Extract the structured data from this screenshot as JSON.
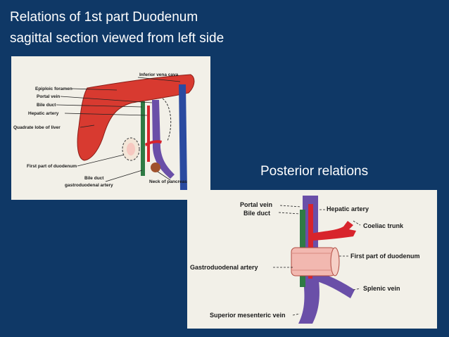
{
  "slide": {
    "title_line1": "Relations of 1st part Duodenum",
    "title_line2": "sagittal section viewed from left side",
    "posterior_caption": "Posterior relations"
  },
  "figure1": {
    "labels": {
      "inferior_vena_cava": "Inferior vena cava",
      "epiploic_foramen": "Epiploic foramen",
      "portal_vein": "Portal vein",
      "bile_duct": "Bile duct",
      "hepatic_artery": "Hepatic artery",
      "quadrate_lobe": "Quadrate lobe of liver",
      "first_part_duodenum": "First part of duodenum",
      "bile_duct_lower": "Bile duct",
      "gastroduodenal_artery": "gastroduodenal artery",
      "neck_of_pancreas": "Neck of pancreas"
    }
  },
  "figure2": {
    "labels": {
      "portal_vein": "Portal vein",
      "bile_duct": "Bile duct",
      "hepatic_artery": "Hepatic artery",
      "coeliac_trunk": "Coeliac trunk",
      "first_part_duodenum": "First part of duodenum",
      "gastroduodenal_artery": "Gastroduodenal artery",
      "splenic_vein": "Splenic vein",
      "superior_mesenteric_vein": "Superior mesenteric vein"
    }
  },
  "colors": {
    "background": "#0f3866",
    "liver": "#d83a30",
    "vein": "#6a4fa8",
    "bile_duct": "#2f7a44",
    "artery": "#d8242c",
    "duodenum": "#f2b8b0"
  }
}
